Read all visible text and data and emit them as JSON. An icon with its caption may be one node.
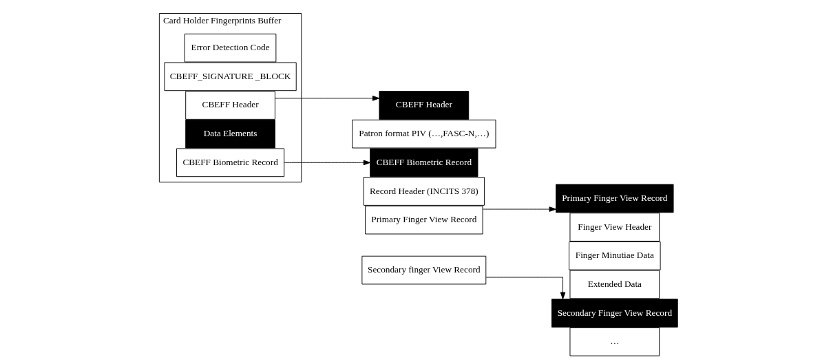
{
  "diagram": {
    "nodes": [
      {
        "text": [
          "Card Holder Fingerprints Buffer"
        ]
      },
      {
        "text": [
          "Data Elements"
        ],
        "in": 0
      },
      {
        "text": [
          "CBEFF Header"
        ],
        "in": 0
      },
      {
        "text": [
          "CBEFF Biometric Record"
        ],
        "in": 0
      },
      {
        "text": [
          "CBEFF_SIGNATURE _BLOCK"
        ],
        "in": 0
      },
      {
        "text": [
          "Error Detection Code"
        ],
        "in": 0
      },
      {
        "text": [
          "CBEFF Header"
        ]
      },
      {
        "text": [
          "Patron format PIV (…,FASC-N,…)"
        ]
      },
      {
        "text": [
          "CBEFF Biometric Record"
        ]
      },
      {
        "text": [
          "Record Header (INCITS 378)"
        ]
      },
      {
        "text": [
          "Primary Finger View Record"
        ]
      },
      {
        "text": [
          "Secondary finger View Record"
        ]
      },
      {
        "text": [
          "Primary Finger View Record"
        ]
      },
      {
        "text": [
          "Finger View Header"
        ]
      },
      {
        "text": [
          "Finger Minutiae Data"
        ]
      },
      {
        "text": [
          "Extended Data"
        ]
      },
      {
        "text": [
          "Secondary Finger View Record"
        ]
      },
      {
        "text": [
          "…"
        ]
      }
    ],
    "edges": [
      {
        "from": 2,
        "to": 6,
        "arrow": "to"
      },
      {
        "from": 3,
        "to": 8,
        "arrow": "to"
      },
      {
        "from": 10,
        "to": 12,
        "arrow": "to"
      },
      {
        "from": 11,
        "to": 16,
        "arrow": "to"
      }
    ]
  }
}
